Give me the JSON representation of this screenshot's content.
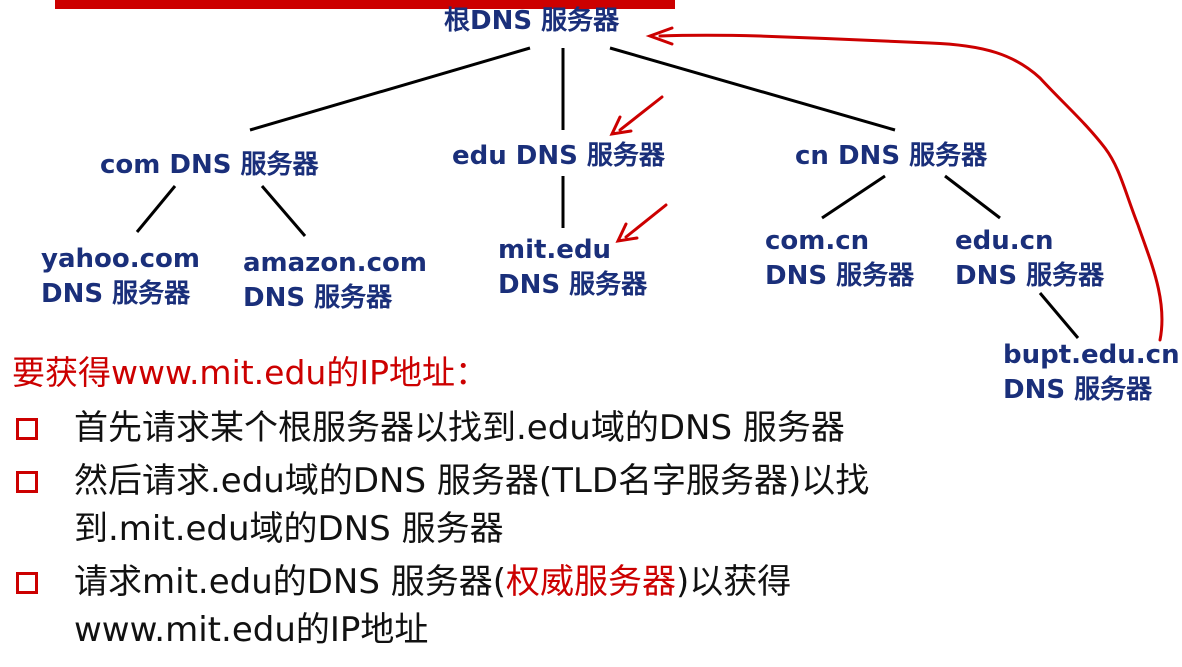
{
  "diagram": {
    "root": "根DNS 服务器",
    "tld": {
      "com": "com DNS 服务器",
      "edu": "edu DNS 服务器",
      "cn": "cn DNS 服务器"
    },
    "leaves": {
      "yahoo": [
        "yahoo.com",
        "DNS 服务器"
      ],
      "amazon": [
        "amazon.com",
        "DNS 服务器"
      ],
      "mit": [
        "mit.edu",
        "DNS 服务器"
      ],
      "comcn": [
        "com.cn",
        "DNS 服务器"
      ],
      "educn": [
        "edu.cn",
        "DNS 服务器"
      ],
      "bupt": [
        "bupt.edu.cn",
        "DNS 服务器"
      ]
    }
  },
  "intro": "要获得www.mit.edu的IP地址：",
  "bullets": [
    {
      "text": "首先请求某个根服务器以找到.edu域的DNS 服务器"
    },
    {
      "line1": "然后请求.edu域的DNS 服务器(TLD名字服务器)以找",
      "line2": "到.mit.edu域的DNS 服务器"
    },
    {
      "prefix": "请求mit.edu的DNS 服务器(",
      "highlight": "权威服务器",
      "suffix": ")以获得",
      "line2": "www.mit.edu的IP地址"
    }
  ],
  "colors": {
    "navy": "#1a2f7a",
    "red": "#cc0000",
    "text": "#111111"
  }
}
